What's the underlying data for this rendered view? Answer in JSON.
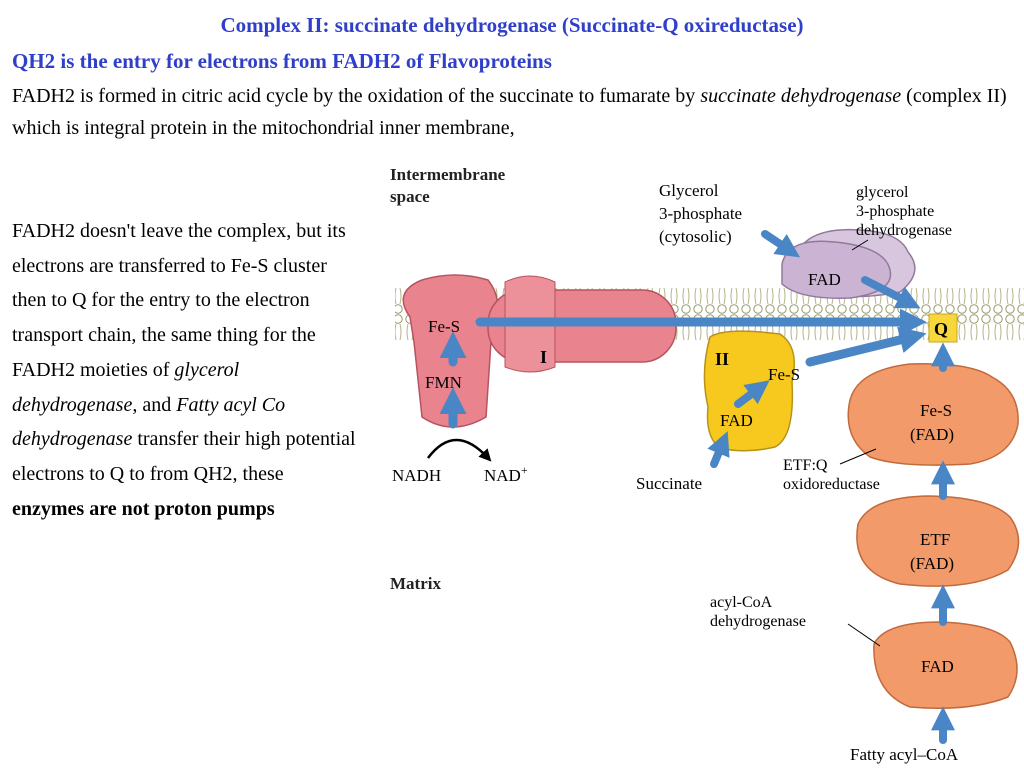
{
  "header": {
    "title": "Complex II: succinate dehydrogenase (Succinate-Q oxireductase)",
    "subtitle": "QH2 is the entry for electrons from FADH2 of Flavoproteins",
    "intro_1": "FADH2 is formed in citric acid cycle by the oxidation of the succinate to fumarate by ",
    "intro_2": "succinate dehydrogenase",
    "intro_3": " (complex II) which is integral protein in the mitochondrial  inner membrane,"
  },
  "side_text": {
    "p1": "FADH2 doesn't leave the complex, but its electrons are transferred to Fe-S cluster then to Q for the entry to the electron transport chain, the same thing for the FADH2 moieties of ",
    "p2": "glycerol dehydrogenase",
    "p3": ", and ",
    "p4": "Fatty acyl Co dehydrogenase",
    "p5": " transfer their high potential electrons to Q to from QH2, these ",
    "p6": "enzymes are not proton pumps"
  },
  "diagram": {
    "intermembrane_1": "Intermembrane",
    "intermembrane_2": "space",
    "matrix": "Matrix",
    "complex_i": {
      "label": "I",
      "fes": "Fe-S",
      "fmn": "FMN",
      "nadh": "NADH",
      "nad": "NAD",
      "nad_sup": "+"
    },
    "complex_ii": {
      "label": "II",
      "fes": "Fe-S",
      "fad": "FAD",
      "succinate": "Succinate"
    },
    "q": "Q",
    "g3p": {
      "substrate_1": "Glycerol",
      "substrate_2": "3-phosphate",
      "substrate_3": "(cytosolic)",
      "enzyme_1": "glycerol",
      "enzyme_2": "3-phosphate",
      "enzyme_3": "dehydrogenase",
      "fad": "FAD"
    },
    "etfq": {
      "fes": "Fe-S",
      "fad": "(FAD)",
      "label_1": "ETF:Q",
      "label_2": "oxidoreductase"
    },
    "etf": {
      "label": "ETF",
      "fad": "(FAD)"
    },
    "acyl": {
      "enzyme_1": "acyl-CoA",
      "enzyme_2": "dehydrogenase",
      "fad": "FAD",
      "substrate": "Fatty acyl–CoA"
    },
    "colors": {
      "complex_i": "#e9848f",
      "complex_ii": "#f7c81e",
      "g3pdh": "#cbb3d4",
      "etf": "#f29a6a",
      "arrow": "#4a86c6",
      "q_box": "#f7d73c",
      "heading": "#2f3fc9"
    }
  }
}
